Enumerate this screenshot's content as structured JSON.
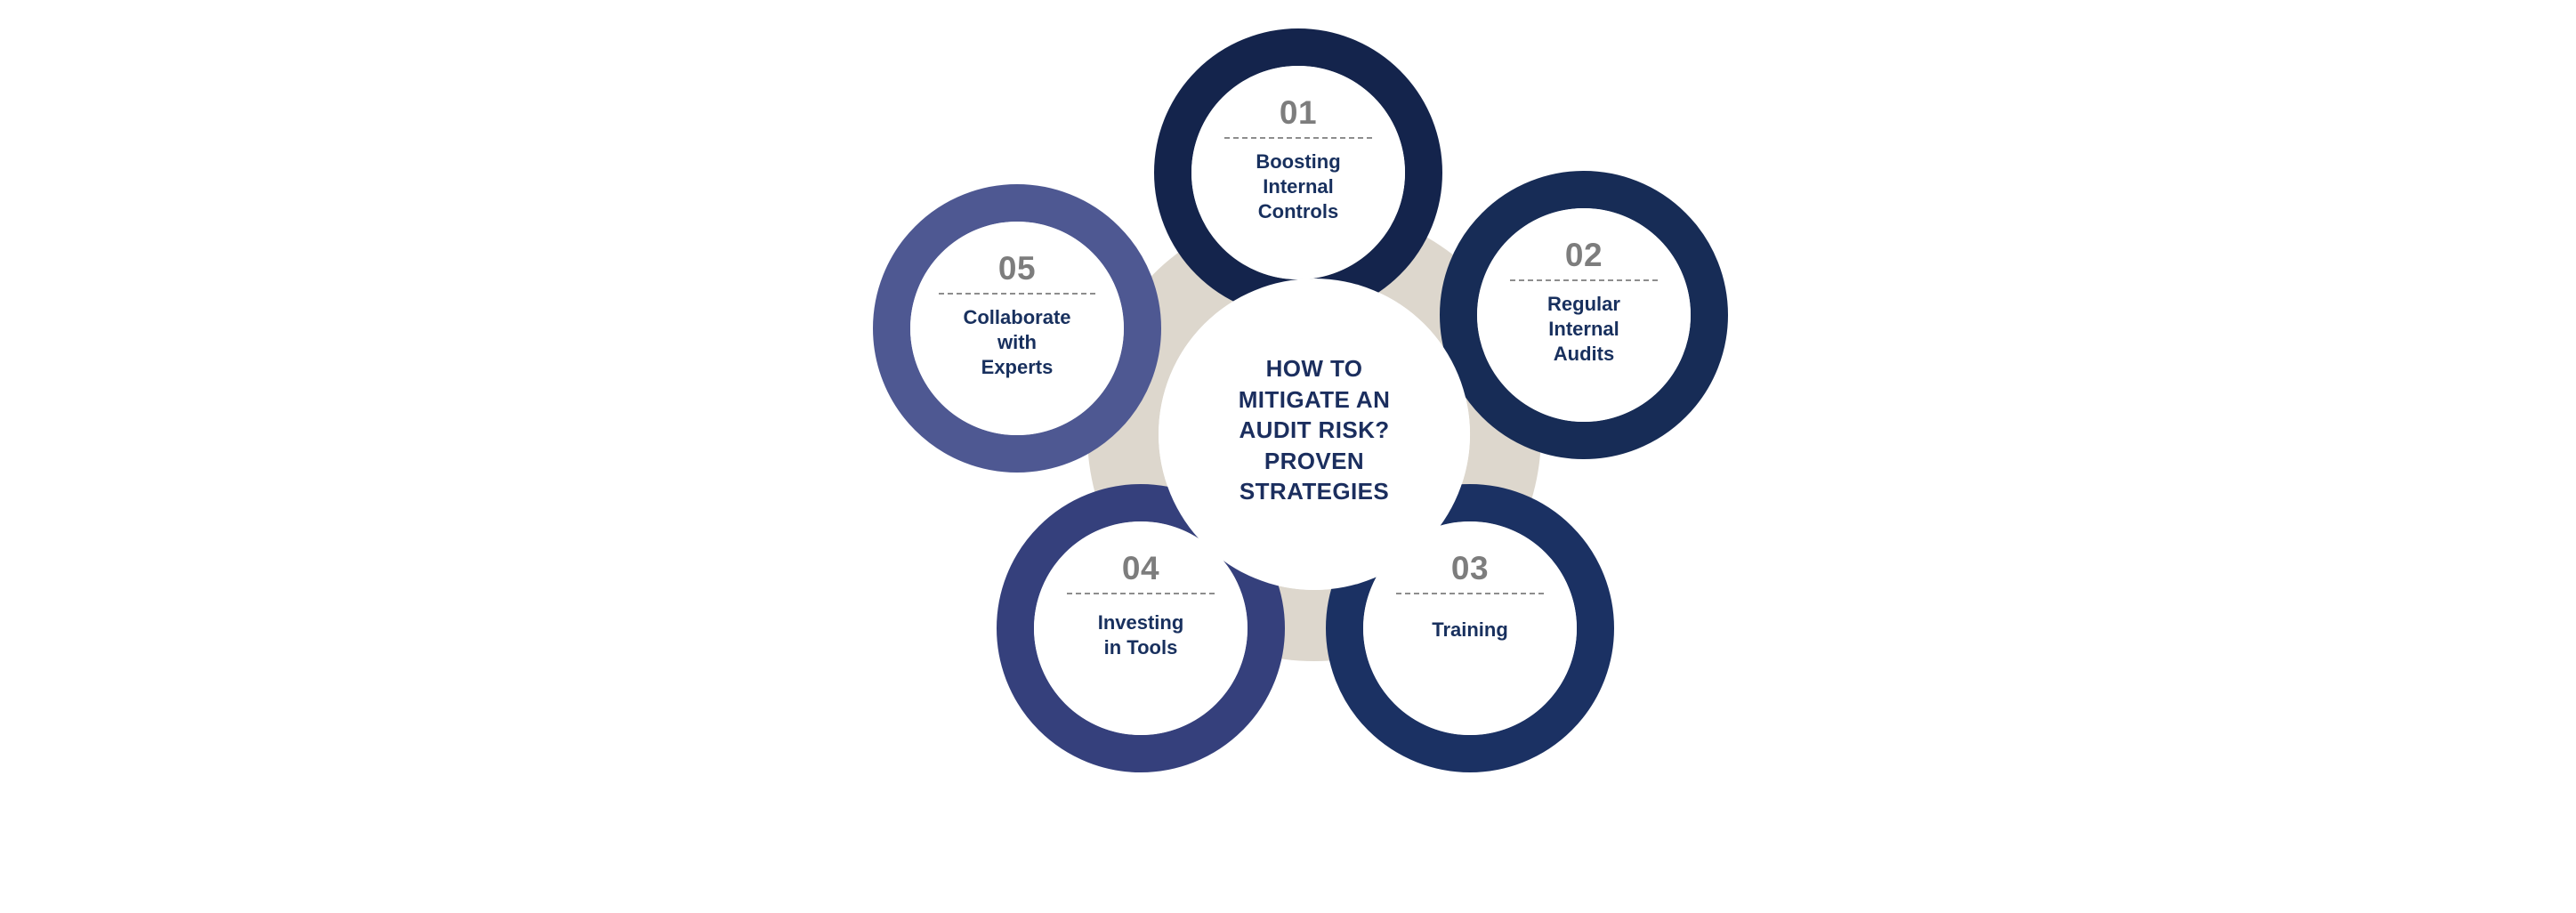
{
  "diagram": {
    "type": "circular-process-infographic",
    "background_color": "#ffffff",
    "center": {
      "title_lines": [
        "HOW TO",
        "MITIGATE AN",
        "AUDIT RISK?",
        "PROVEN",
        "STRATEGIES"
      ],
      "title_full": "HOW TO MITIGATE AN AUDIT RISK? PROVEN STRATEGIES",
      "fill_color": "#ffffff",
      "text_color": "#1b2e5e"
    },
    "ring": {
      "name": "beige-connector-ring",
      "color": "#ddd7cd"
    },
    "divider": {
      "style": "dashed",
      "color": "#8d8d8d"
    },
    "number_color": "#7d7d7d",
    "label_color": "#18305e",
    "steps": [
      {
        "number": "01",
        "label_lines": [
          "Boosting",
          "Internal",
          "Controls"
        ],
        "label": "Boosting Internal Controls",
        "ring_color": "#14244c",
        "position": "top"
      },
      {
        "number": "02",
        "label_lines": [
          "Regular",
          "Internal",
          "Audits"
        ],
        "label": "Regular Internal Audits",
        "ring_color": "#172c56",
        "position": "right"
      },
      {
        "number": "03",
        "label_lines": [
          "Training"
        ],
        "label": "Training",
        "ring_color": "#1b3163",
        "position": "bottom-right"
      },
      {
        "number": "04",
        "label_lines": [
          "Investing",
          "in Tools"
        ],
        "label": "Investing in Tools",
        "ring_color": "#35407c",
        "position": "bottom-left"
      },
      {
        "number": "05",
        "label_lines": [
          "Collaborate",
          "with",
          "Experts"
        ],
        "label": "Collaborate with Experts",
        "ring_color": "#4e5892",
        "position": "left"
      }
    ]
  }
}
